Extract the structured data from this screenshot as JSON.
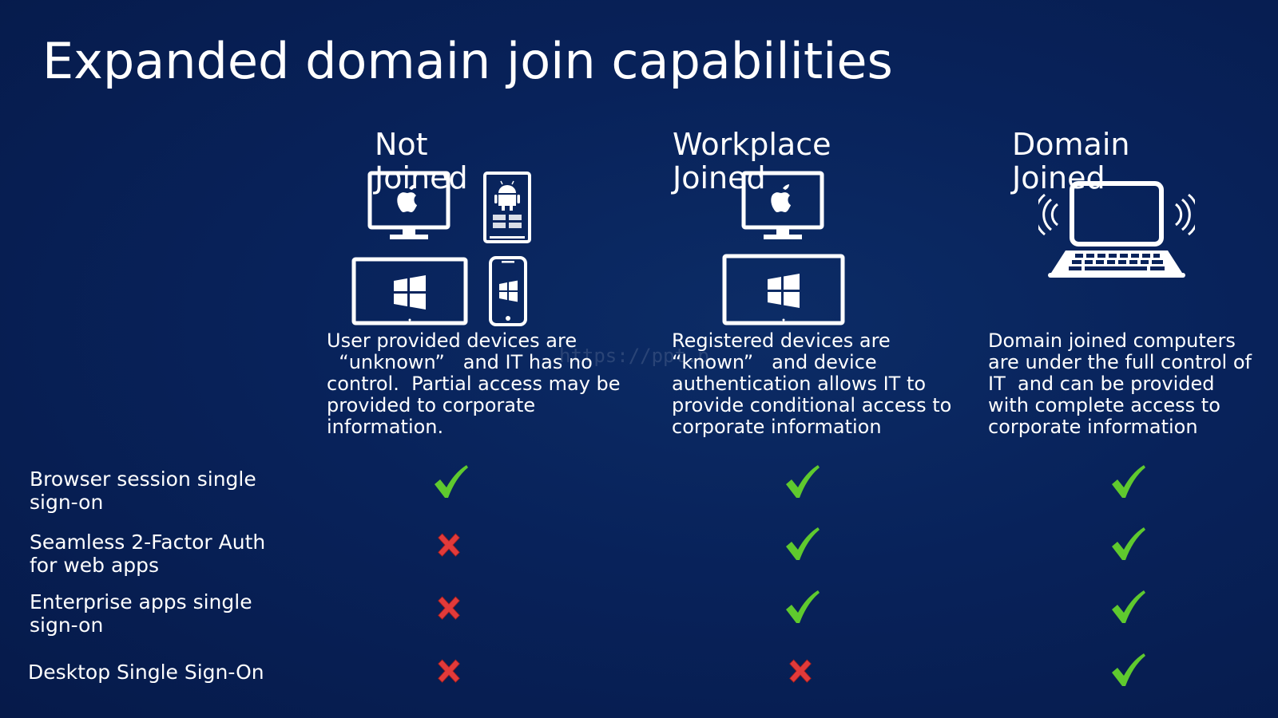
{
  "slide": {
    "title": "Expanded domain join capabilities",
    "watermark": "https://ppt.p"
  },
  "columns": [
    {
      "heading": [
        "Not",
        "Joined"
      ],
      "description": [
        "User provided devices are",
        "  “unknown”   and IT has no",
        "control.  Partial access may be",
        "provided to corporate",
        "information."
      ],
      "icons": [
        "apple-monitor-icon",
        "android-tablet-icon",
        "windows-tablet-icon",
        "windows-phone-icon"
      ]
    },
    {
      "heading": [
        "Workplace",
        "Joined"
      ],
      "description": [
        "Registered devices are",
        "“known”   and device",
        "authentication allows IT to",
        "provide conditional access to",
        "corporate information"
      ],
      "icons": [
        "apple-monitor-icon",
        "windows-tablet-icon"
      ]
    },
    {
      "heading": [
        "Domain",
        "Joined"
      ],
      "description": [
        "Domain joined computers",
        "are under the full control of",
        "IT  and can be provided",
        "with complete access to",
        "corporate information"
      ],
      "icons": [
        "wireless-laptop-icon"
      ]
    }
  ],
  "rows": [
    {
      "label": [
        "Browser session single",
        "sign-on"
      ],
      "values": [
        "check",
        "check",
        "check"
      ]
    },
    {
      "label": [
        "Seamless 2-Factor Auth",
        "for web apps"
      ],
      "values": [
        "cross",
        "check",
        "check"
      ]
    },
    {
      "label": [
        "Enterprise apps single",
        "sign-on"
      ],
      "values": [
        "cross",
        "check",
        "check"
      ]
    },
    {
      "label": [
        "Desktop Single Sign-On"
      ],
      "values": [
        "cross",
        "cross",
        "check"
      ]
    }
  ],
  "colors": {
    "background": "#08225a",
    "check": "#5fc92e",
    "cross": "#e23a3a",
    "foreground": "#ffffff"
  }
}
